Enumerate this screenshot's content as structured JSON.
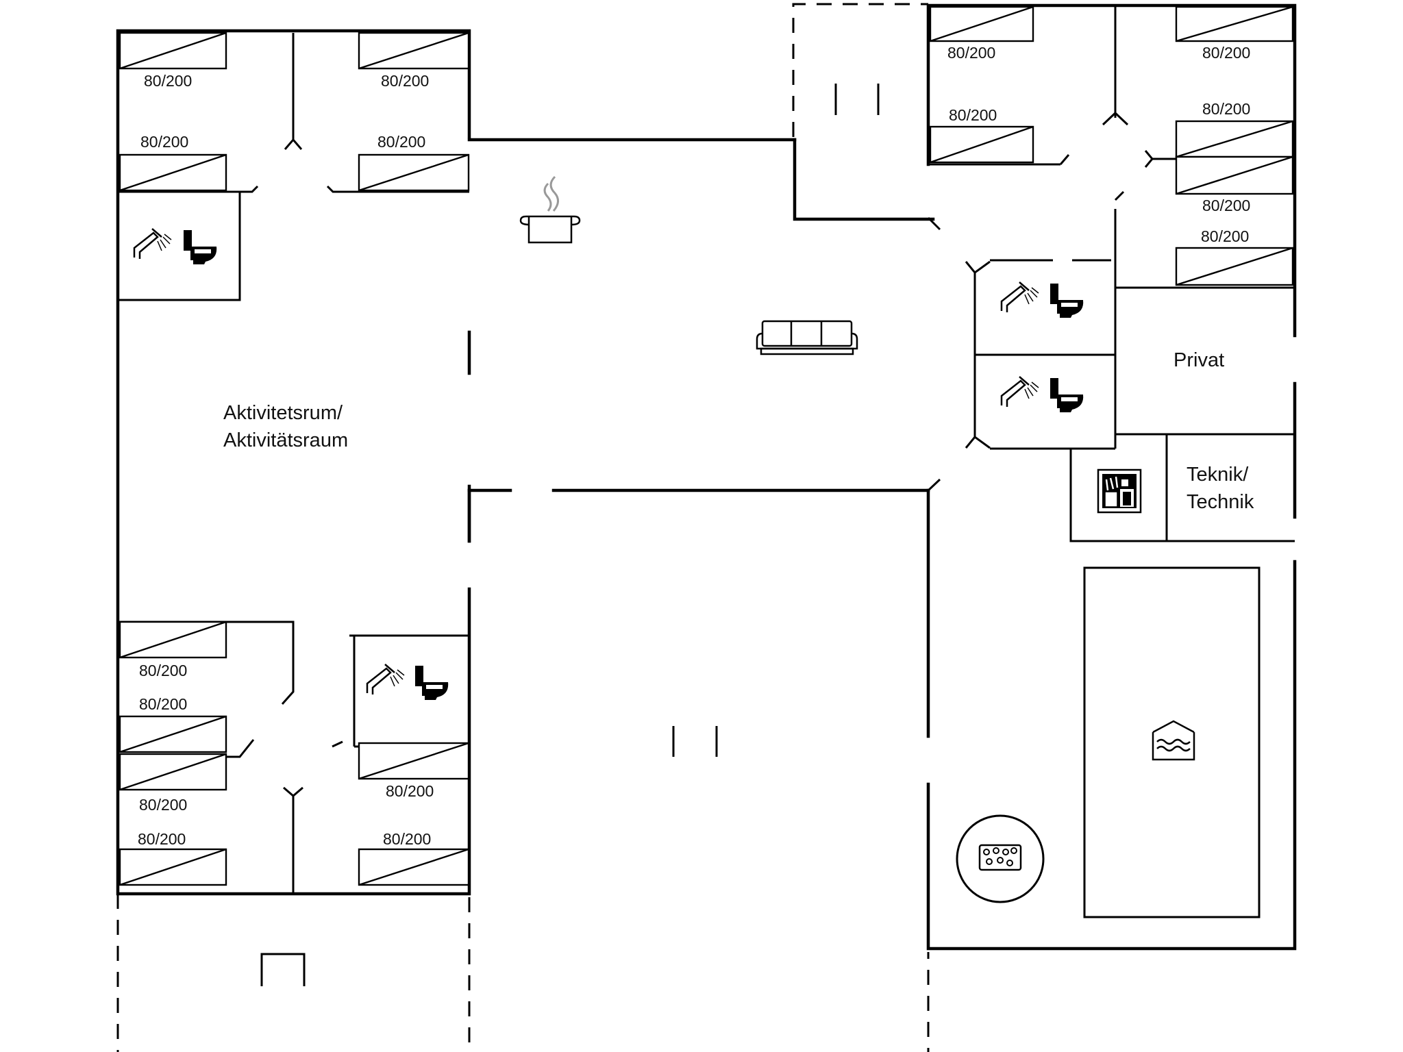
{
  "bed_label": "80/200",
  "rooms": {
    "activity": {
      "line1": "Aktivitetsrum/",
      "line2": "Aktivitätsraum"
    },
    "private": {
      "line1": "Privat"
    },
    "technik": {
      "line1": "Teknik/",
      "line2": "Technik"
    }
  },
  "icons": [
    "shower-icon",
    "toilet-icon",
    "cooking-pot-icon",
    "sofa-icon",
    "washing-machine-icon",
    "pool-icon",
    "whirlpool-icon"
  ]
}
